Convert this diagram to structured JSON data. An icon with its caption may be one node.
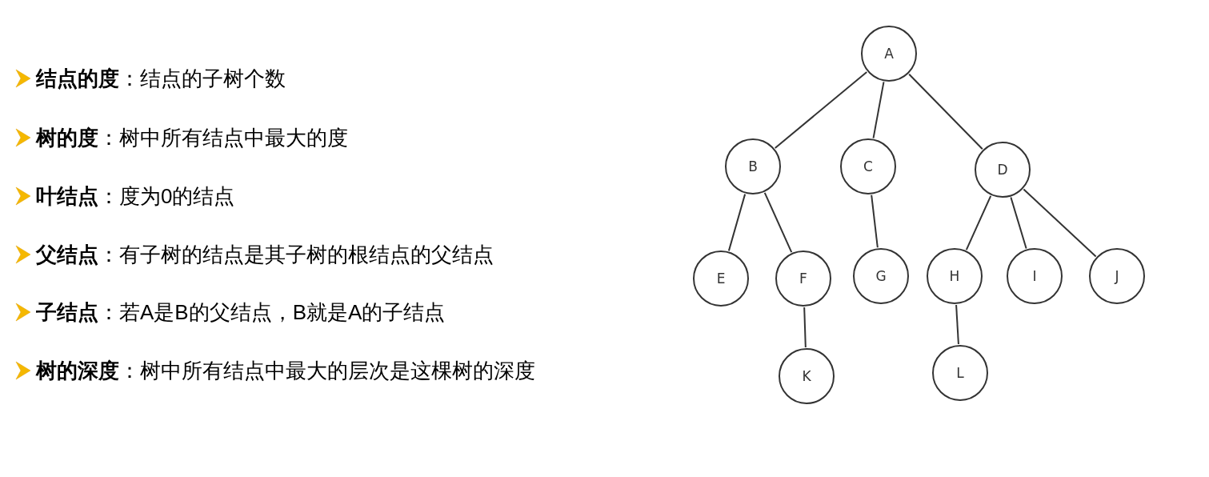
{
  "diagram": {
    "nodes": [
      {
        "text": [
          "A"
        ]
      },
      {
        "text": [
          "B"
        ]
      },
      {
        "text": [
          "C"
        ]
      },
      {
        "text": [
          "D"
        ]
      },
      {
        "text": [
          "E"
        ]
      },
      {
        "text": [
          "F"
        ]
      },
      {
        "text": [
          "G"
        ]
      },
      {
        "text": [
          "H"
        ]
      },
      {
        "text": [
          "I"
        ]
      },
      {
        "text": [
          "J"
        ]
      },
      {
        "text": [
          "K"
        ]
      },
      {
        "text": [
          "L"
        ]
      }
    ],
    "edges": [
      {
        "from": 0,
        "to": 1,
        "arrow": "none"
      },
      {
        "from": 0,
        "to": 2,
        "arrow": "none"
      },
      {
        "from": 0,
        "to": 3,
        "arrow": "none"
      },
      {
        "from": 1,
        "to": 4,
        "arrow": "none"
      },
      {
        "from": 1,
        "to": 5,
        "arrow": "none"
      },
      {
        "from": 2,
        "to": 6,
        "arrow": "none"
      },
      {
        "from": 3,
        "to": 7,
        "arrow": "none"
      },
      {
        "from": 3,
        "to": 8,
        "arrow": "none"
      },
      {
        "from": 3,
        "to": 9,
        "arrow": "none"
      },
      {
        "from": 5,
        "to": 10,
        "arrow": "none"
      },
      {
        "from": 7,
        "to": 11,
        "arrow": "none"
      }
    ],
    "labels": [
      "**结点的度**：结点的子树个数",
      "**树的度**：树中所有结点中最大的度",
      "**叶结点**：度为0的结点",
      "**父结点**：有子树的结点是其子树的根结点的父结点",
      "**子结点**：若A是B的父结点，B就是A的子结点",
      "**树的深度**：树中所有结点中最大的层次是这棵树的深度"
    ]
  }
}
